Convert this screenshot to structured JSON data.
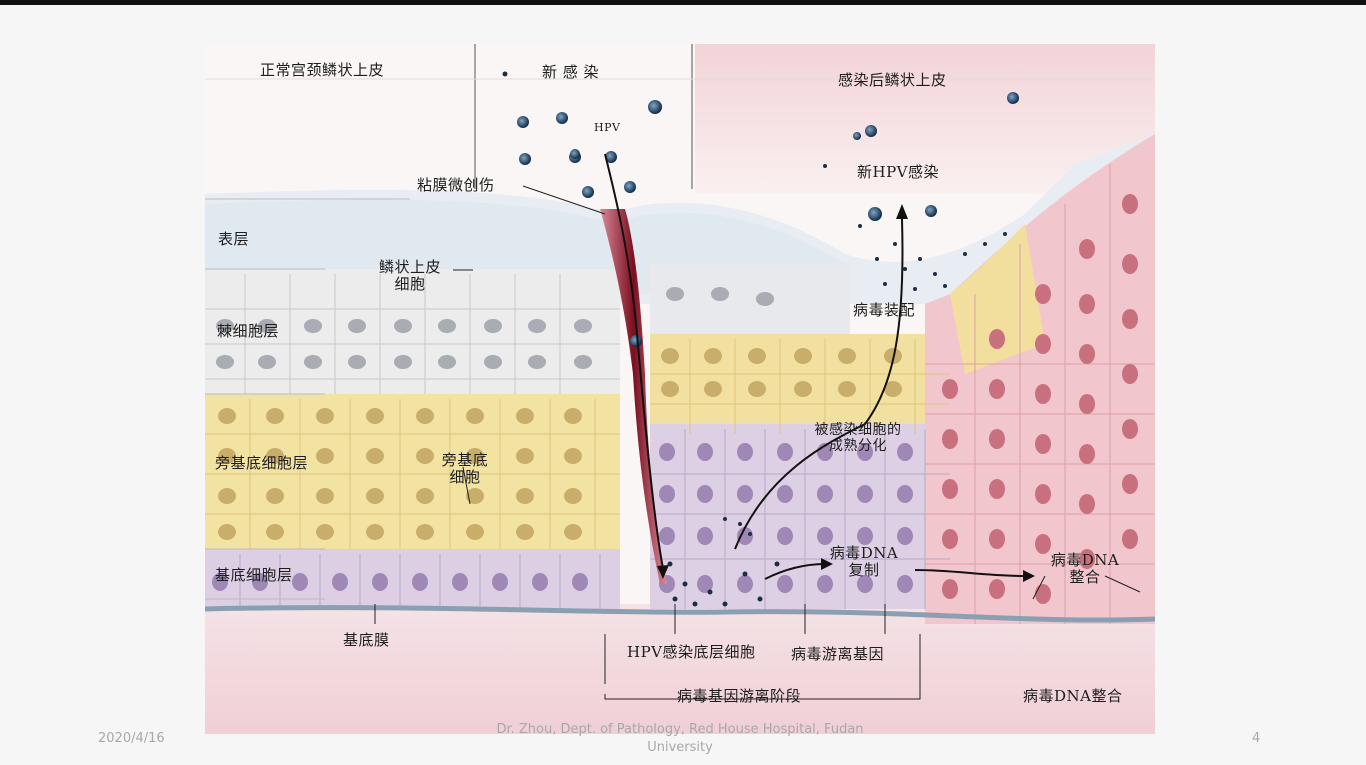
{
  "figure": {
    "headers": {
      "normal": "正常宫颈鳞状上皮",
      "new_infection": "新 感 染",
      "infected": "感染后鳞状上皮"
    },
    "labels": {
      "hpv": "HPV",
      "microtrauma": "粘膜微创伤",
      "new_hpv_infection": "新HPV感染",
      "surface_layer": "表层",
      "squamous_cell_1": "鳞状上皮",
      "squamous_cell_2": "细胞",
      "virus_assembly": "病毒装配",
      "spinous_layer": "棘细胞层",
      "matured_diff_1": "被感染细胞的",
      "matured_diff_2": "成熟分化",
      "parabasal_layer": "旁基底细胞层",
      "parabasal_cell_1": "旁基底",
      "parabasal_cell_2": "细胞",
      "basal_layer": "基底细胞层",
      "dna_replication_1": "病毒DNA",
      "dna_replication_2": "复制",
      "dna_integration_1": "病毒DNA",
      "dna_integration_2": "整合",
      "basement_membrane": "基底膜",
      "hpv_basal_cell": "HPV感染底层细胞",
      "episomal_gene": "病毒游离基因",
      "episomal_stage": "病毒基因游离阶段",
      "dna_integration_stage": "病毒DNA整合"
    }
  },
  "footer": {
    "date": "2020/4/16",
    "credit_line1": "Dr. Zhou, Dept. of Pathology, Red House Hospital, Fudan",
    "credit_line2": "University",
    "page_number": "4"
  }
}
